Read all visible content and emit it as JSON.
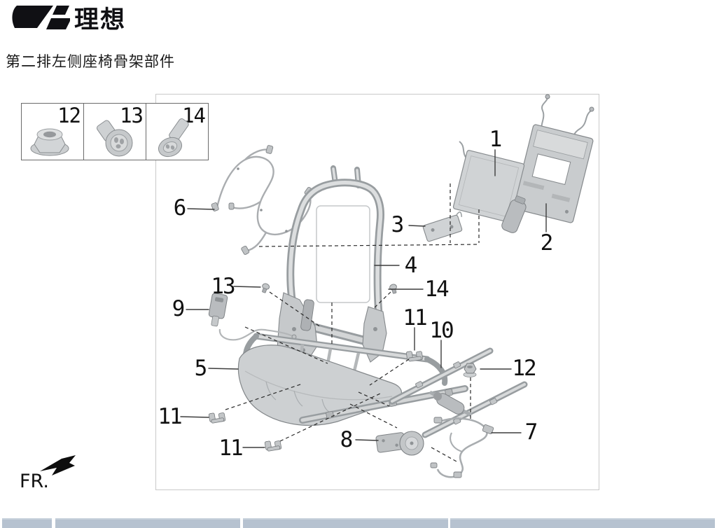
{
  "brand": {
    "logo_icon": "li-auto-logo",
    "wordmark": "理想"
  },
  "page": {
    "title": "第二排左侧座椅骨架部件",
    "orientation_label": "FR."
  },
  "inset_fasteners": {
    "items": [
      {
        "label": "12",
        "icon": "flange-nut-icon"
      },
      {
        "label": "13",
        "icon": "torx-screw-icon"
      },
      {
        "label": "14",
        "icon": "pan-head-screw-icon"
      }
    ]
  },
  "diagram": {
    "callouts": [
      {
        "label": "1"
      },
      {
        "label": "2"
      },
      {
        "label": "3"
      },
      {
        "label": "4"
      },
      {
        "label": "5"
      },
      {
        "label": "6"
      },
      {
        "label": "7"
      },
      {
        "label": "8"
      },
      {
        "label": "9"
      },
      {
        "label": "10"
      },
      {
        "label": "11"
      },
      {
        "label": "11"
      },
      {
        "label": "11"
      },
      {
        "label": "12"
      },
      {
        "label": "13"
      },
      {
        "label": "14"
      }
    ]
  },
  "table": {
    "visible_header_cells": 4,
    "header_color": "#b6c2d0"
  },
  "colors": {
    "line": "#1a1a1a",
    "diagram_border": "#c9c9c9",
    "part_fill": "#ced1d3",
    "part_stroke": "#84888b",
    "table_header": "#b6c2d0"
  }
}
